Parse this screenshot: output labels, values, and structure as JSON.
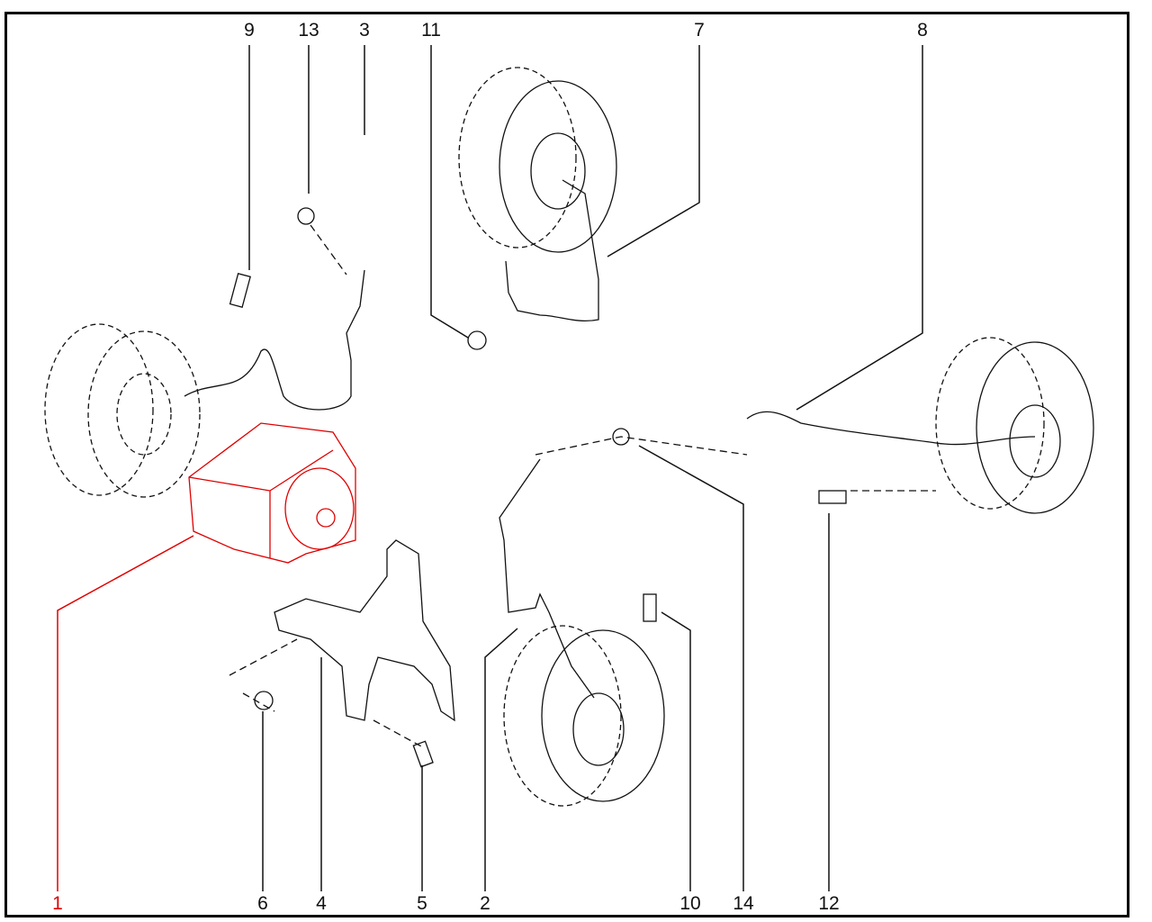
{
  "diagram": {
    "top_labels": [
      "9",
      "13",
      "3",
      "11",
      "7",
      "8"
    ],
    "bottom_labels": [
      "1",
      "6",
      "4",
      "5",
      "2",
      "10",
      "14",
      "12"
    ],
    "colors": {
      "highlight": "#e00000",
      "line": "#111111"
    }
  }
}
